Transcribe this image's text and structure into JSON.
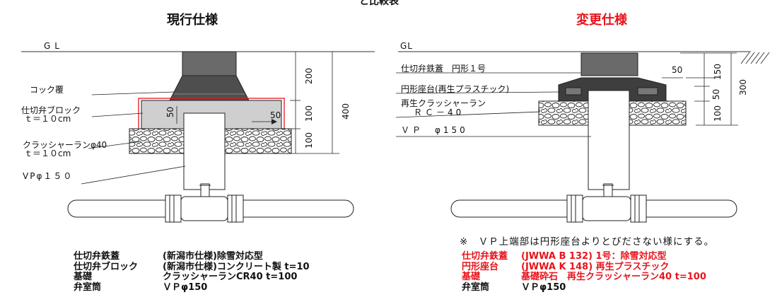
{
  "header": {
    "title_fragment": "と比較表"
  },
  "left": {
    "heading": "現行仕様",
    "gl": "GL",
    "labels": {
      "cock_cover": "コック覆",
      "block": "仕切弁ブロック",
      "block_t": "ｔ＝１０cm",
      "crusher": "クラッシャーランφ40",
      "crusher_t": "ｔ＝１０cm",
      "vp": "VPφ１５０"
    },
    "dims": {
      "d200": "200",
      "d100a": "100",
      "d100b": "100",
      "d400": "400",
      "d50a": "50",
      "d50b": "50"
    },
    "specs": [
      {
        "key": "仕切弁鉄蓋",
        "value": "(新潟市仕様)除雪対応型"
      },
      {
        "key": "仕切弁ブロック",
        "value": "(新潟市仕様)コンクリート製 t=10"
      },
      {
        "key": "基礎",
        "value": "クラッシャーランCR40 t=100"
      },
      {
        "key": "弁室筒",
        "value": "ＶＰφ150"
      }
    ]
  },
  "right": {
    "heading": "変更仕様",
    "gl": "GL",
    "labels": {
      "lid": "仕切弁鉄蓋　円形１号",
      "seat": "円形座台(再生プラスチック)",
      "crusher": "再生クラッシャーラン",
      "rc": "ＲＣ－40",
      "vp": "ＶＰ　φ150"
    },
    "dims": {
      "d50": "50",
      "d150": "150",
      "d50b": "50",
      "d100": "100",
      "d300": "300"
    },
    "note": "※　ＶＰ上端部は円形座台よりとびださない様にする。",
    "specs": [
      {
        "key": "仕切弁鉄蓋",
        "value": "(JWWA B 132) 1号：除雪対応型"
      },
      {
        "key": "円形座台",
        "value": "(JWWA K 148) 再生プラスチック"
      },
      {
        "key": "基礎",
        "value": "基礎砕石　再生クラッシャーラン40 t=100"
      },
      {
        "key": "弁室筒",
        "value": "ＶＰφ150"
      }
    ]
  },
  "colors": {
    "accent_red": "#e8141c",
    "body": "#111111",
    "concrete": "#cfcfcf",
    "casting": "#555555"
  }
}
